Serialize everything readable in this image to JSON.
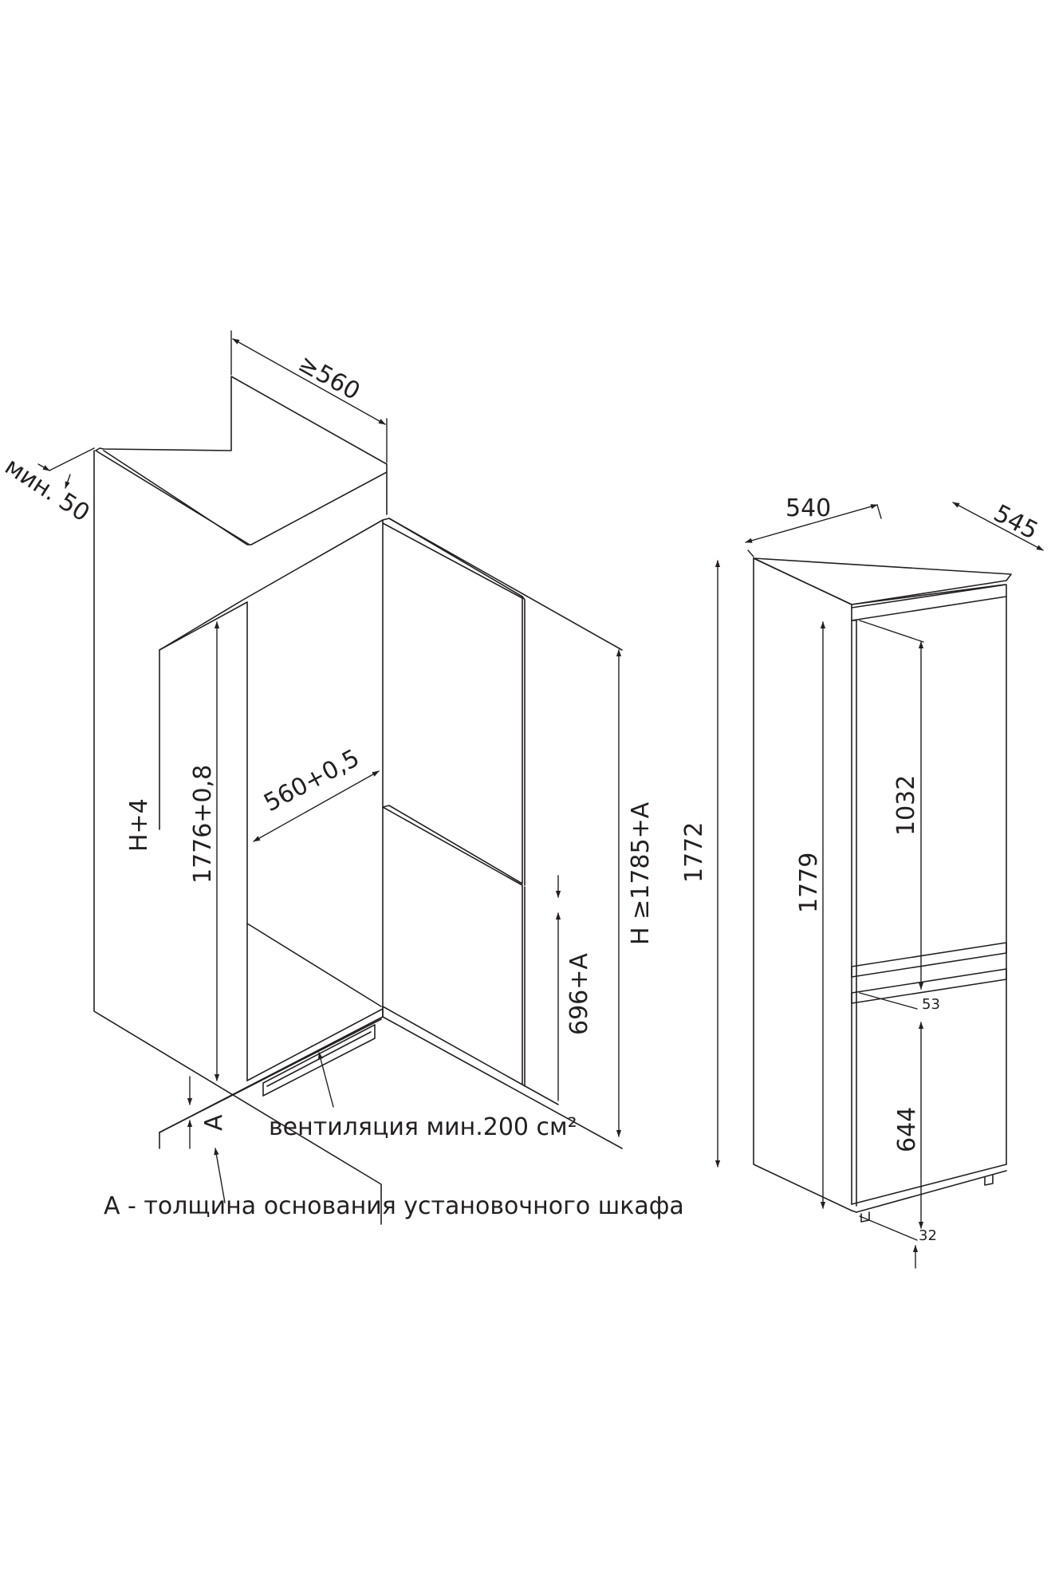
{
  "left_drawing": {
    "dim_width_niche": "≥560",
    "dim_top_gap": "мин. 50",
    "dim_niche_height": "H+4",
    "dim_opening_height": "1776+0,8",
    "dim_opening_width": "560+0,5",
    "dim_total_height": "H ≥1785+A",
    "dim_lower_door": "696+A",
    "dim_base": "A",
    "ventilation_label": "вентиляция мин.200 см²",
    "legend_text": "А - толщина основания установочного шкафа"
  },
  "right_drawing": {
    "dim_width": "540",
    "dim_depth": "545",
    "dim_side_height": "1772",
    "dim_front_height": "1779",
    "dim_upper_door": "1032",
    "dim_gap": "53",
    "dim_lower_door": "644",
    "dim_bottom": "32"
  }
}
